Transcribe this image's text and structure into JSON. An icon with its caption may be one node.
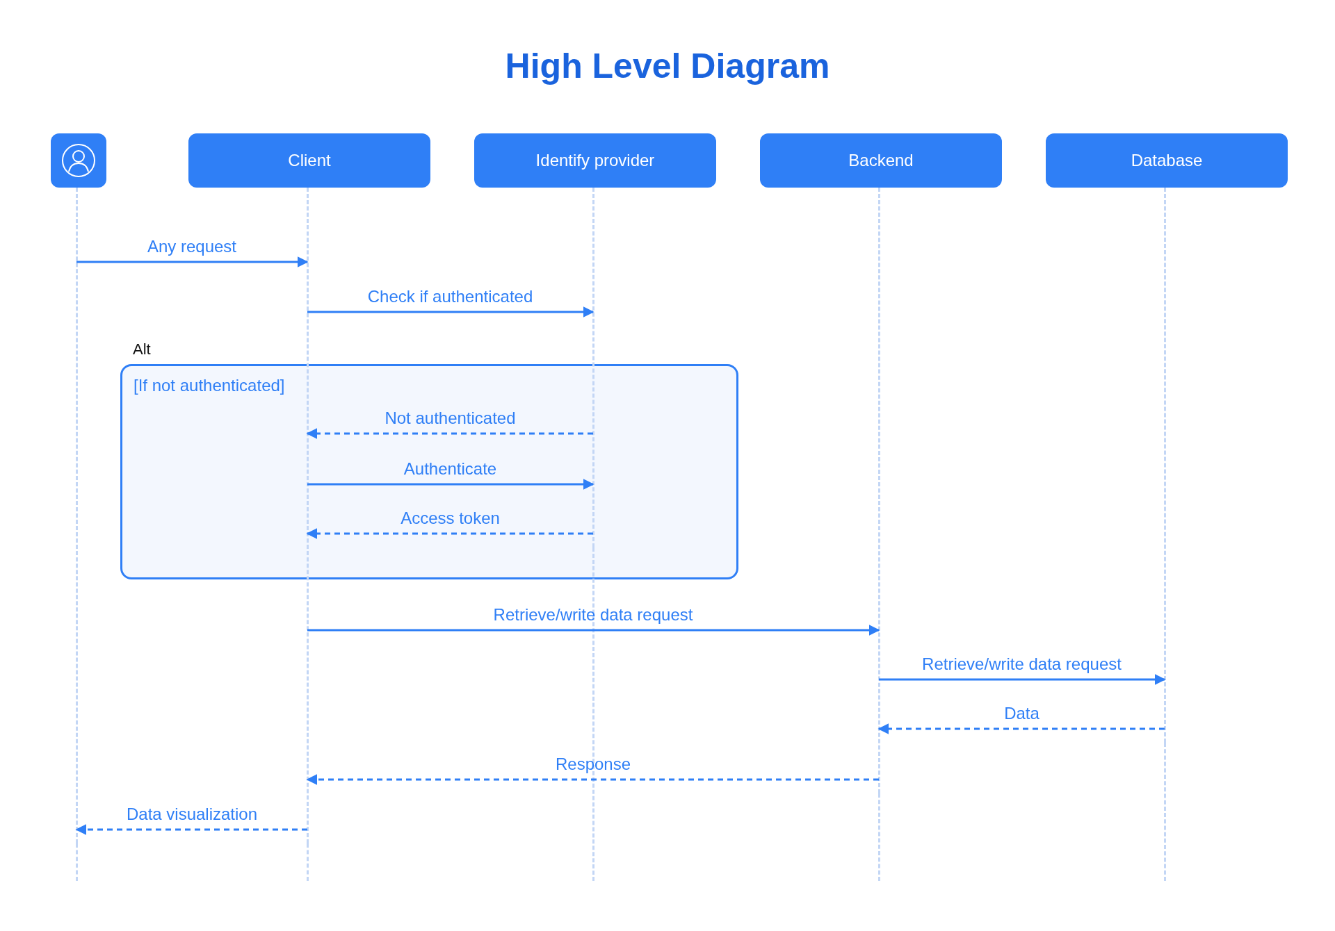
{
  "diagram": {
    "title": "High Level Diagram",
    "nodes": [
      {
        "text": [],
        "shape": "person"
      },
      {
        "text": [
          "Client"
        ]
      },
      {
        "text": [
          "Identify provider"
        ]
      },
      {
        "text": [
          "Backend"
        ]
      },
      {
        "text": [
          "Database"
        ]
      },
      {
        "text": [
          "Alt",
          "[If not authenticated]"
        ]
      }
    ],
    "edges": [
      {
        "from": 0,
        "to": 1,
        "arrow": "to",
        "label": "Any request"
      },
      {
        "from": 1,
        "to": 2,
        "arrow": "to",
        "label": "Check if authenticated"
      },
      {
        "from": 2,
        "to": 1,
        "arrow": "to",
        "label": "Not authenticated",
        "style": "dashed"
      },
      {
        "from": 1,
        "to": 2,
        "arrow": "to",
        "label": "Authenticate"
      },
      {
        "from": 2,
        "to": 1,
        "arrow": "to",
        "label": "Access token",
        "style": "dashed"
      },
      {
        "from": 1,
        "to": 3,
        "arrow": "to",
        "label": "Retrieve/write data request"
      },
      {
        "from": 3,
        "to": 4,
        "arrow": "to",
        "label": "Retrieve/write data request"
      },
      {
        "from": 4,
        "to": 3,
        "arrow": "to",
        "label": "Data",
        "style": "dashed"
      },
      {
        "from": 3,
        "to": 1,
        "arrow": "to",
        "label": "Response",
        "style": "dashed"
      },
      {
        "from": 1,
        "to": 0,
        "arrow": "to",
        "label": "Data visualization",
        "style": "dashed"
      }
    ]
  }
}
